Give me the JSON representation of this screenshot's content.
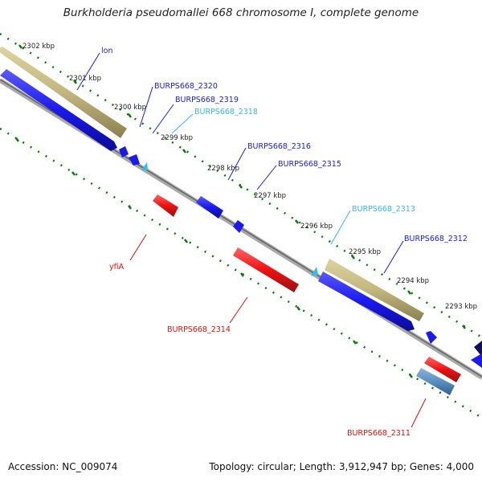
{
  "title": "Burkholderia pseudomallei 668 chromosome I, complete genome",
  "footer": {
    "accession": "Accession: NC_009074",
    "stats": "Topology: circular; Length: 3,912,947 bp; Genes: 4,000"
  },
  "kbp_labels": [
    "2302 kbp",
    "2301 kbp",
    "2300 kbp",
    "2299 kbp",
    "2298 kbp",
    "2297 kbp",
    "2296 kbp",
    "2295 kbp",
    "2294 kbp",
    "2293 kbp"
  ],
  "colors": {
    "forward_cds": "#1a1aee",
    "reverse_cds": "#ee1111",
    "highlight_cds": "#33bbee",
    "gene_span": "#c2b77e",
    "steel_cds": "#5a8fc0",
    "backbone": "#888888",
    "tick": "#0a7a0a"
  },
  "genes": [
    {
      "name": "lon",
      "color": "#1a1aee"
    },
    {
      "name": "BURPS668_2320",
      "color": "#1a1aee"
    },
    {
      "name": "BURPS668_2319",
      "color": "#1a1aee"
    },
    {
      "name": "BURPS668_2318",
      "color": "#33bbee"
    },
    {
      "name": "BURPS668_2316",
      "color": "#1a1aee"
    },
    {
      "name": "BURPS668_2315",
      "color": "#1a1aee"
    },
    {
      "name": "BURPS668_2313",
      "color": "#33bbee"
    },
    {
      "name": "BURPS668_2312",
      "color": "#1a1aee"
    },
    {
      "name": "yfiA",
      "color": "#dd1111"
    },
    {
      "name": "BURPS668_2314",
      "color": "#dd1111"
    },
    {
      "name": "BURPS668_2311",
      "color": "#dd1111"
    }
  ]
}
